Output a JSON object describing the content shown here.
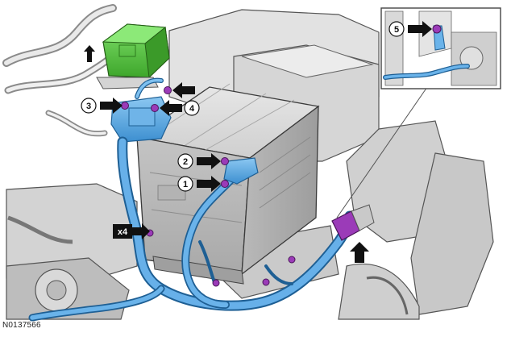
{
  "figure_id": "N0137566",
  "callouts": {
    "c1": "1",
    "c2": "2",
    "c3": "3",
    "c4": "4",
    "c5": "5"
  },
  "quantity_tag": "x4",
  "colors": {
    "cable": "#5aa6e0",
    "cable_dark": "#2f7fc0",
    "fuse_box": "#55c23c",
    "terminal_nut": "#9b3bb8",
    "battery": "#cfcfcf",
    "frame": "#d8d8d8",
    "outline": "#333333",
    "arrow": "#111111"
  }
}
